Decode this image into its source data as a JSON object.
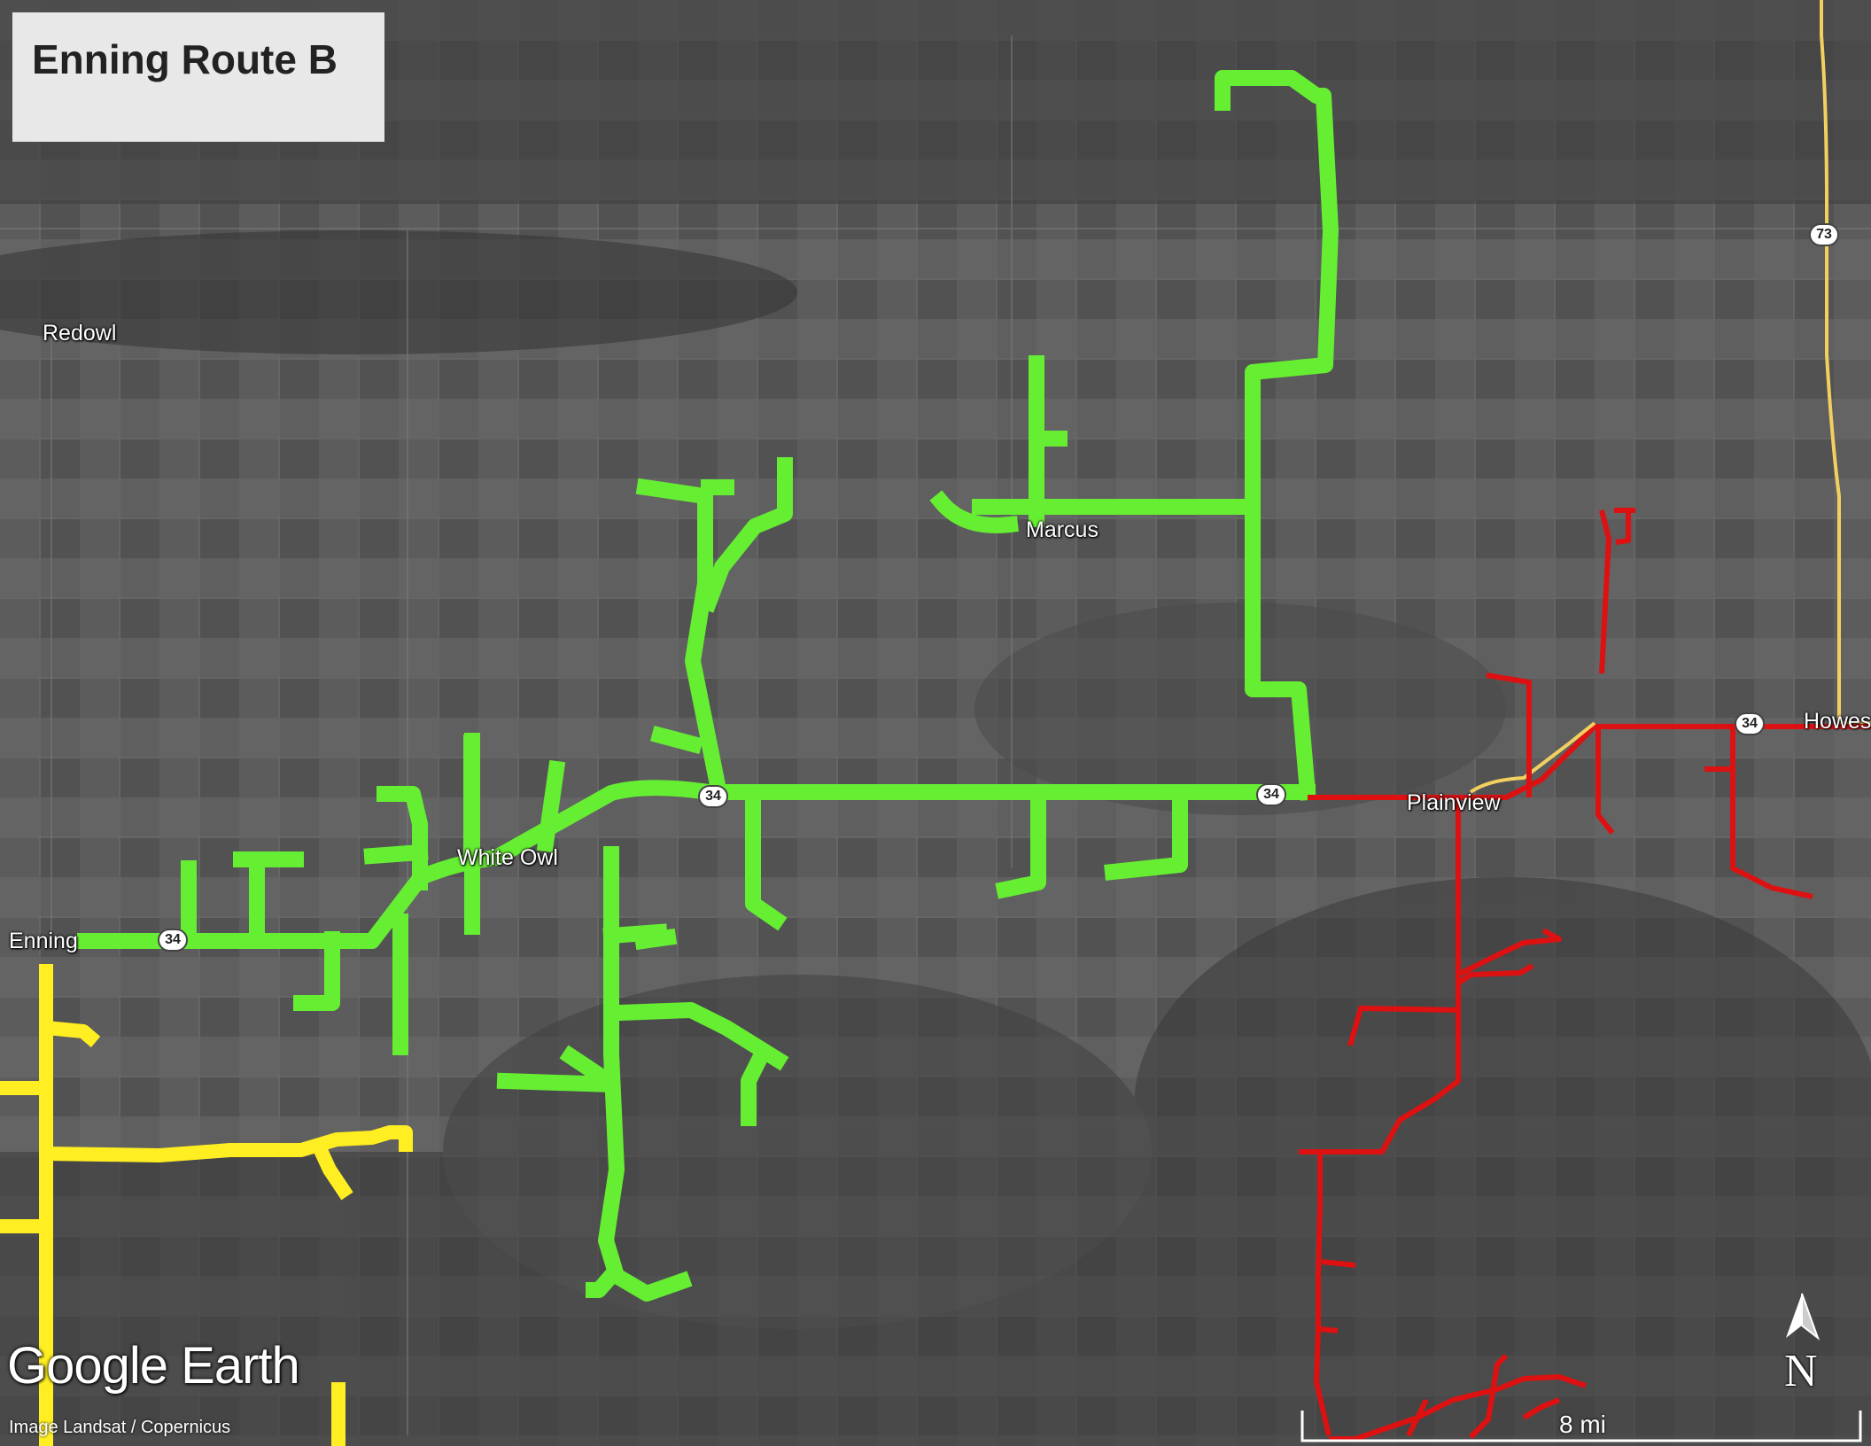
{
  "map_title": "Enning Route B",
  "places": {
    "redowl": "Redowl",
    "marcus": "Marcus",
    "white_owl": "White Owl",
    "enning": "Enning",
    "plainview": "Plainview",
    "howes": "Howes"
  },
  "shields": {
    "route_34": "34",
    "route_73": "73"
  },
  "attribution": {
    "brand": "Google Earth",
    "imagery": "Image Landsat / Copernicus"
  },
  "scale_bar": {
    "label": "8 mi"
  },
  "north_arrow": {
    "label": "N"
  },
  "route_colors": {
    "green_route": "#66ee33",
    "red_route": "#dd1111",
    "yellow_route": "#ffee22",
    "highway": "#f2d060"
  }
}
